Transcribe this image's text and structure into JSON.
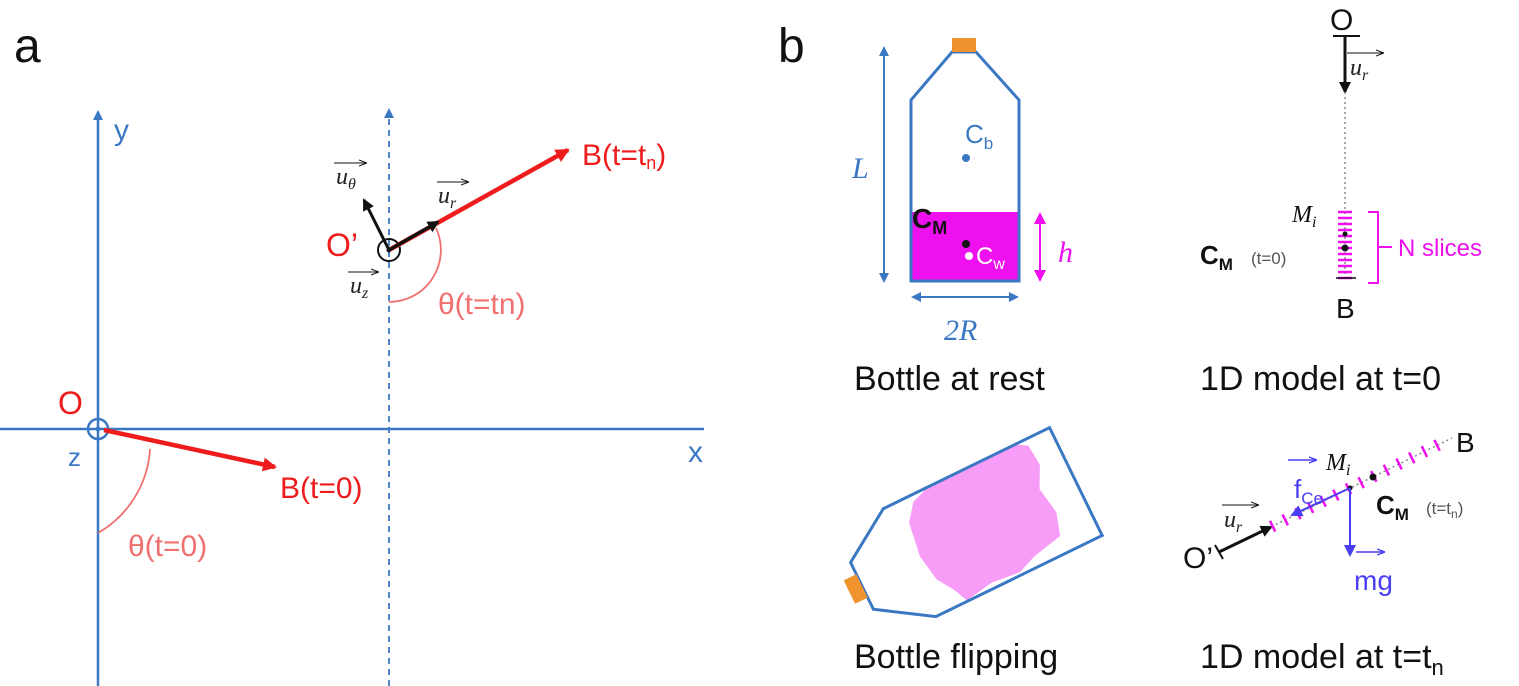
{
  "panel_a": {
    "label": "a",
    "axis_x": "x",
    "axis_y": "y",
    "axis_z": "z",
    "origin": "O",
    "origin_prime": "O’",
    "b_t0": "B(t=0)",
    "b_tn_main": "B(t=t",
    "b_tn_sub": "n",
    "b_tn_close": ")",
    "theta_t0": "θ(t=0)",
    "theta_tn": "θ(t=tn)",
    "u_theta": "u",
    "u_theta_sub": "θ",
    "u_r": "u",
    "u_r_sub": "r",
    "u_z": "u",
    "u_z_sub": "z"
  },
  "panel_b": {
    "label": "b",
    "dim_L": "L",
    "dim_h": "h",
    "dim_2R": "2R",
    "cb_main": "C",
    "cb_sub": "b",
    "cm_main": "C",
    "cm_sub": "M",
    "cw_main": "C",
    "cw_sub": "w",
    "caption_rest": "Bottle at rest",
    "caption_flip": "Bottle flipping",
    "model_t0": {
      "origin": "O",
      "u_r": "u",
      "u_r_sub": "r",
      "mi_main": "M",
      "mi_sub": "i",
      "cm_main": "C",
      "cm_sub": "M",
      "cm_time": "(t=0)",
      "slices": "N slices",
      "b": "B",
      "caption": "1D model at t=0"
    },
    "model_tn": {
      "origin": "O’",
      "u_r": "u",
      "u_r_sub": "r",
      "mi_main": "M",
      "mi_sub": "i",
      "fce_main": "f",
      "fce_sub": "Ce",
      "cm_main": "C",
      "cm_sub": "M",
      "cm_time_main": "(t=t",
      "cm_time_sub": "n",
      "cm_time_close": ")",
      "b": "B",
      "mg": "mg",
      "caption_main": "1D model at t=t",
      "caption_sub": "n"
    }
  },
  "colors": {
    "blue": "#3b78c4",
    "red": "#ee1c1c",
    "pink": "#f07070",
    "magenta": "#ee10ee",
    "light_magenta": "#f79cf7",
    "violet": "#4a3ff0",
    "orange": "#f0922e",
    "black": "#111111",
    "gray": "#555555"
  }
}
